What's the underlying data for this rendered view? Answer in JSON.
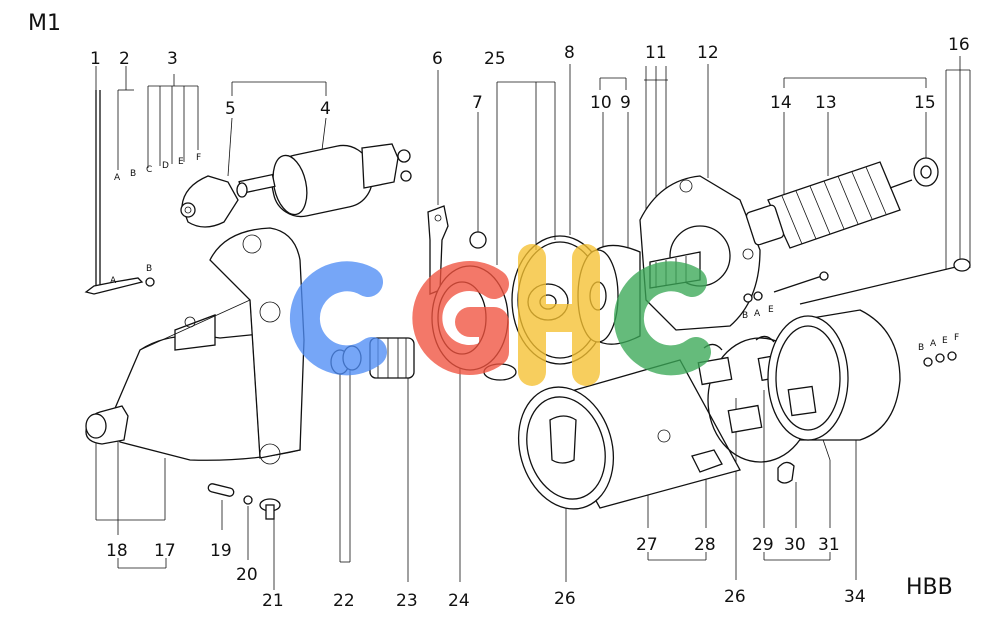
{
  "header": {
    "code": "M1"
  },
  "footer": {
    "code": "HBB"
  },
  "watermark": {
    "text": "CGHC",
    "colors": [
      "#4f8df5",
      "#f0533f",
      "#f6c131",
      "#3aa857"
    ]
  },
  "callouts": {
    "c1": "1",
    "c2": "2",
    "c3": "3",
    "c4": "4",
    "c5": "5",
    "c6": "6",
    "c7": "7",
    "c8": "8",
    "c9": "9",
    "c10": "10",
    "c11": "11",
    "c12": "12",
    "c13": "13",
    "c14": "14",
    "c15": "15",
    "c16": "16",
    "c17": "17",
    "c18": "18",
    "c19": "19",
    "c20": "20",
    "c21": "21",
    "c22": "22",
    "c23": "23",
    "c24": "24",
    "c25": "25",
    "c26a": "26",
    "c26b": "26",
    "c27": "27",
    "c28": "28",
    "c29": "29",
    "c30": "30",
    "c31": "31",
    "c34": "34"
  },
  "sub_letters": {
    "s3": [
      "A",
      "B",
      "C",
      "D",
      "E",
      "F"
    ],
    "s1": [
      "A",
      "B"
    ],
    "s14": [
      "B",
      "A",
      "E"
    ],
    "s16": [
      "B",
      "A",
      "E",
      "F"
    ]
  }
}
